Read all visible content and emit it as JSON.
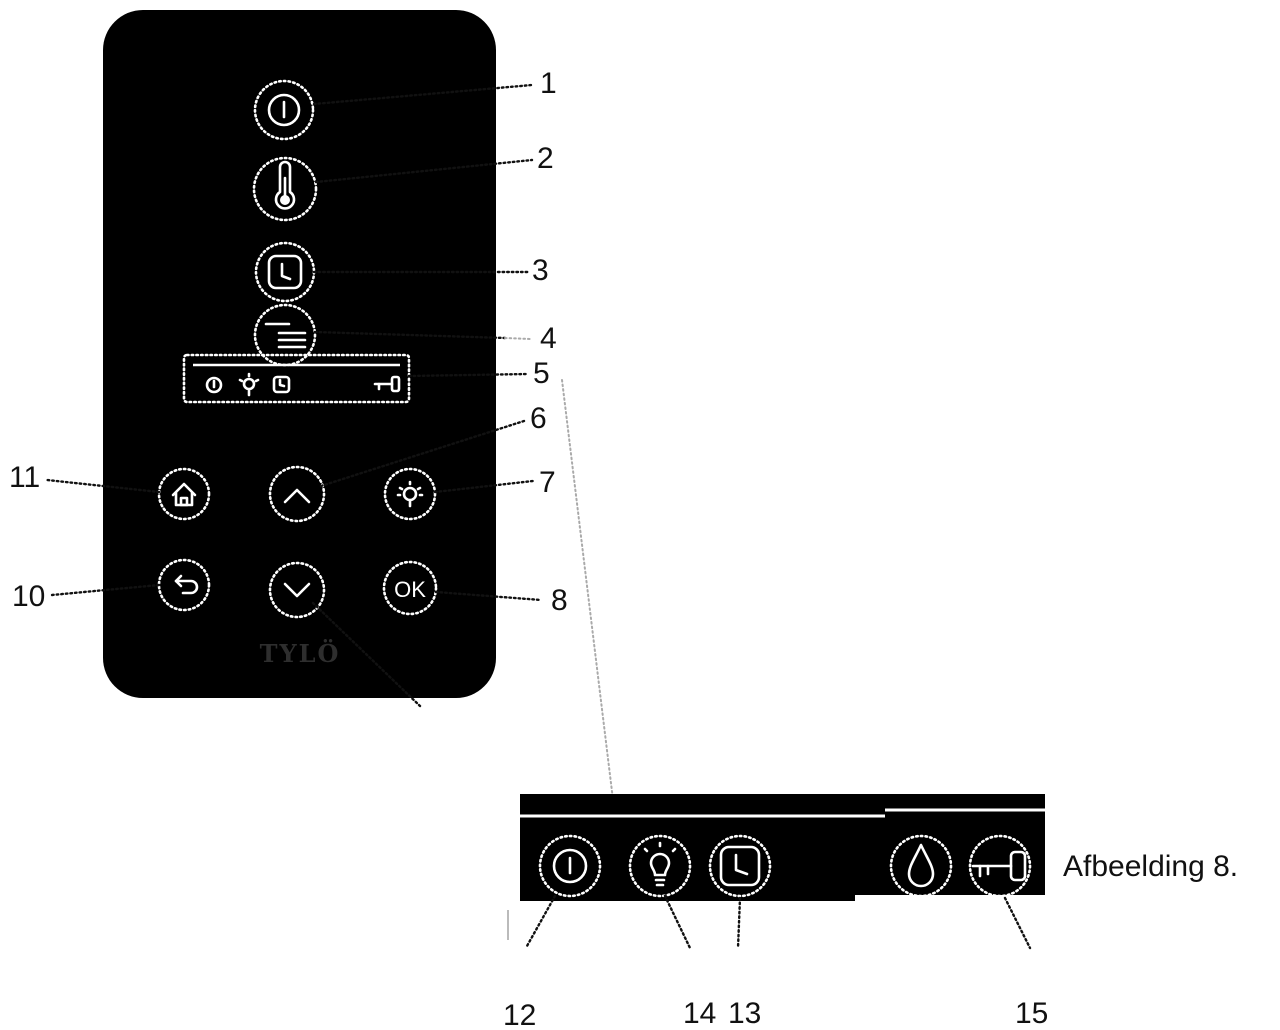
{
  "panel": {
    "brand": "TYLÖ",
    "buttons": [
      {
        "number": "1",
        "icon": "power-icon"
      },
      {
        "number": "2",
        "icon": "thermometer-icon"
      },
      {
        "number": "3",
        "icon": "clock-icon"
      },
      {
        "number": "4",
        "icon": "menu-icon"
      },
      {
        "number": "5",
        "icon": "status-bar"
      },
      {
        "number": "6",
        "icon": "chevron-up-icon"
      },
      {
        "number": "7",
        "icon": "lightbulb-icon"
      },
      {
        "number": "8",
        "icon": "ok-icon"
      },
      {
        "number": "10",
        "icon": "back-arrow-icon"
      },
      {
        "number": "11",
        "icon": "home-icon"
      }
    ]
  },
  "detail": {
    "caption": "Afbeelding 8.",
    "labels": [
      {
        "number": "12",
        "icon": "power-icon"
      },
      {
        "number": "14",
        "icon": "lightbulb-icon"
      },
      {
        "number": "13",
        "icon": "clock-icon"
      },
      {
        "number": "15",
        "icon": "key-icon"
      }
    ]
  },
  "colors": {
    "panel": "#000000",
    "icon": "#ffffff",
    "text": "#111111"
  }
}
